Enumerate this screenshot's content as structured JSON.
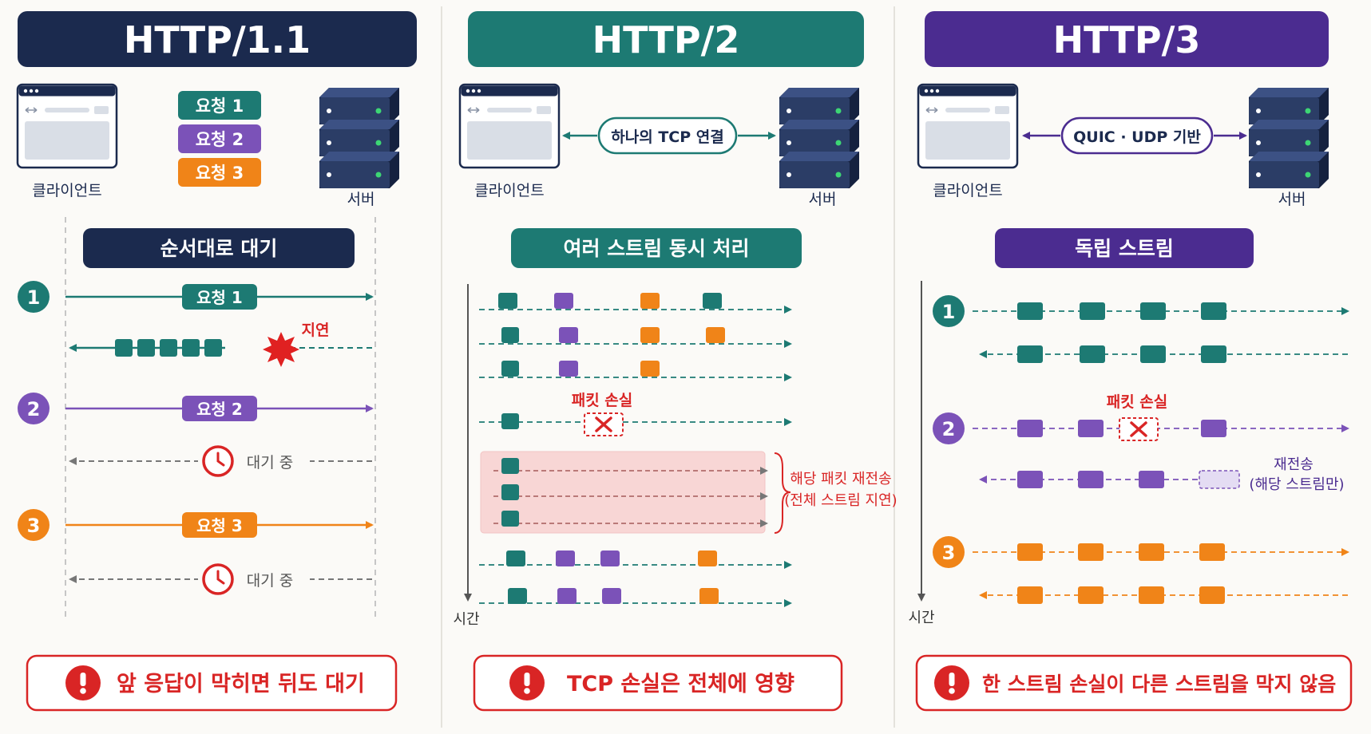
{
  "colors": {
    "navy": "#1b2a4e",
    "teal": "#1d7a73",
    "purple": "#7b52b8",
    "indigo": "#4b2c90",
    "orange": "#f08418",
    "red": "#d92525",
    "grey": "#777777"
  },
  "icons": [
    "browser-window-icon",
    "server-rack-icon",
    "clock-icon",
    "explosion-icon",
    "x-mark-icon",
    "exclamation-icon"
  ],
  "http1": {
    "title": "HTTP/1.1",
    "client_label": "클라이언트",
    "server_label": "서버",
    "requests": [
      "요청 1",
      "요청 2",
      "요청 3"
    ],
    "subtitle": "순서대로 대기",
    "steps": [
      "1",
      "2",
      "3"
    ],
    "delay_label": "지연",
    "waiting_label": "대기 중",
    "warning": "앞 응답이 막히면 뒤도 대기"
  },
  "http2": {
    "title": "HTTP/2",
    "client_label": "클라이언트",
    "server_label": "서버",
    "connection_label": "하나의 TCP 연결",
    "subtitle": "여러 스트림 동시 처리",
    "packet_loss_label": "패킷 손실",
    "retransmit_line1": "해당 패킷 재전송",
    "retransmit_line2": "(전체 스트림 지연)",
    "time_label": "시간",
    "warning": "TCP 손실은 전체에 영향"
  },
  "http3": {
    "title": "HTTP/3",
    "client_label": "클라이언트",
    "server_label": "서버",
    "connection_label": "QUIC · UDP 기반",
    "subtitle": "독립 스트림",
    "steps": [
      "1",
      "2",
      "3"
    ],
    "packet_loss_label": "패킷 손실",
    "retransmit_line1": "재전송",
    "retransmit_line2": "(해당 스트림만)",
    "time_label": "시간",
    "warning": "한 스트림 손실이 다른 스트림을 막지 않음"
  }
}
